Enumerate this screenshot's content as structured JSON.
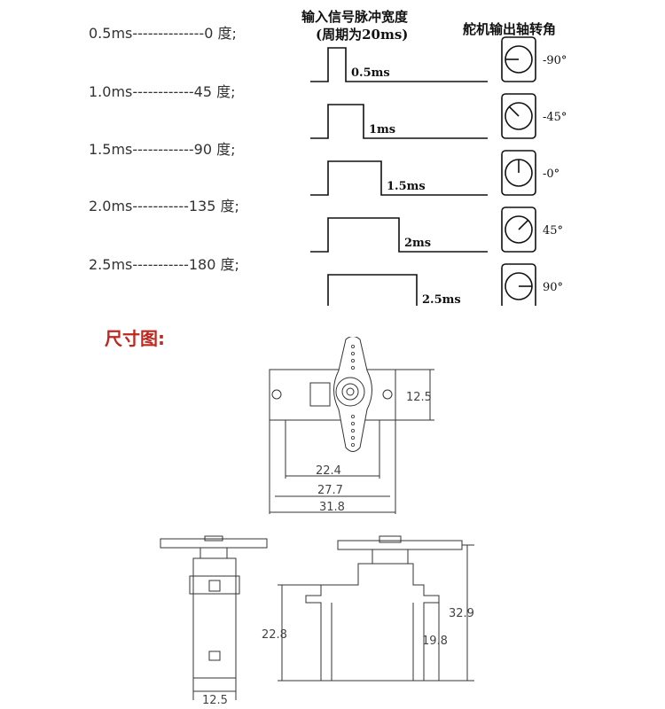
{
  "pulse_rows": [
    {
      "label": "0.5ms--------------0 度;",
      "pulse_text": "0.5ms",
      "angle_text": "-90°",
      "width_ms": 0.5,
      "angle_deg": -90
    },
    {
      "label": "1.0ms------------45 度;",
      "pulse_text": "1ms",
      "angle_text": "-45°",
      "width_ms": 1.0,
      "angle_deg": -45
    },
    {
      "label": "1.5ms------------90 度;",
      "pulse_text": "1.5ms",
      "angle_text": "-0°",
      "width_ms": 1.5,
      "angle_deg": 0
    },
    {
      "label": "2.0ms-----------135 度;",
      "pulse_text": "2ms",
      "angle_text": "45°",
      "width_ms": 2.0,
      "angle_deg": 45
    },
    {
      "label": "2.5ms-----------180 度;",
      "pulse_text": "2.5ms",
      "angle_text": "90°",
      "width_ms": 2.5,
      "angle_deg": 90
    }
  ],
  "headers": {
    "input_title": "输入信号脉冲宽度",
    "input_subtitle": "(周期为20ms)",
    "output_title": "舵机输出轴转角"
  },
  "dimension_title": "尺寸图:",
  "dimensions": {
    "horn_height": "12.5",
    "inner_width": "22.4",
    "mid_width": "27.7",
    "outer_width": "31.8",
    "side_width": "12.5",
    "body_height": "22.8",
    "case_height": "19.8",
    "total_height": "32.9"
  }
}
